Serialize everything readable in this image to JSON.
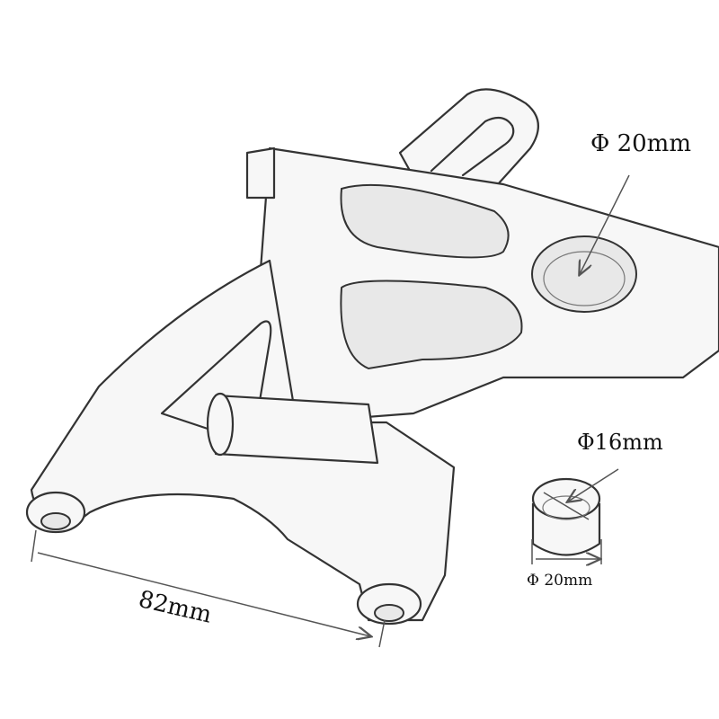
{
  "labels": {
    "bore_diameter": "Φ 20mm",
    "bushing_inner_diameter": "Φ16mm",
    "bushing_outer_diameter": "Φ 20mm",
    "mount_spacing": "82mm"
  },
  "colors": {
    "line": "#333333",
    "background": "#ffffff"
  }
}
